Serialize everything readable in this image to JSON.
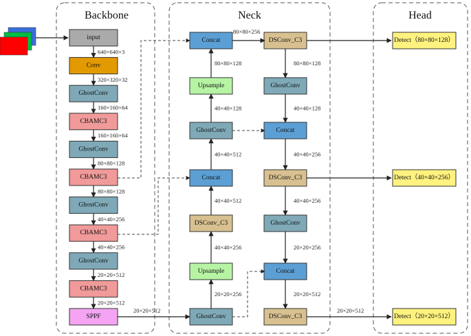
{
  "panels": {
    "backbone": "Backbone",
    "neck": "Neck",
    "head": "Head"
  },
  "colors": {
    "input": "#aaaaaa",
    "conv": "#e39a00",
    "ghostconv": "#7fa9b7",
    "cbamc3": "#f09a9a",
    "sppf": "#f4a4f2",
    "concat": "#5b9fd4",
    "upsample": "#b6f4a4",
    "dsconv": "#d8c090",
    "detect": "#fff27f",
    "image_red": "#ff0000",
    "image_green": "#00bb44",
    "image_blue": "#3a6fd8"
  },
  "backbone": {
    "nodes": [
      "input",
      "Conv",
      "GhostConv",
      "CBAMC3",
      "GhostConv",
      "CBAMC3",
      "GhostConv",
      "CBAMC3",
      "GhostConv",
      "CBAMC3",
      "SPPF"
    ],
    "dims": [
      "640×640×3",
      "320×320×32",
      "160×160×64",
      "160×160×64",
      "80×80×128",
      "80×80×128",
      "40×40×256",
      "40×40×256",
      "20×20×512",
      "20×20×512"
    ]
  },
  "neck": {
    "left_nodes": [
      "Concat",
      "Upsample",
      "GhostConv",
      "Concat",
      "DSConv_C3",
      "Upsample",
      "GhostConv"
    ],
    "left_dims": [
      "80×80×128",
      "40×40×128",
      "40×40×512",
      "40×40×512",
      "40×40×256",
      "20×20×256"
    ],
    "right_nodes": [
      "DSConv_C3",
      "GhostConv",
      "Concat",
      "DSConv_C3",
      "GhostConv",
      "Concat",
      "DSConv_C3"
    ],
    "right_dims": [
      "80×80×128",
      "40×40×128",
      "40×40×256",
      "40×40×256",
      "20×20×256",
      "20×20×512"
    ],
    "top_dim": "80×80×256",
    "sppf_out_dim": "20×20×512",
    "bottom_out_dim": "20×20×512"
  },
  "head": {
    "detects": [
      "Detect（80×80×128）",
      "Detect（40×40×256）",
      "Detect（20×20×512）"
    ]
  }
}
